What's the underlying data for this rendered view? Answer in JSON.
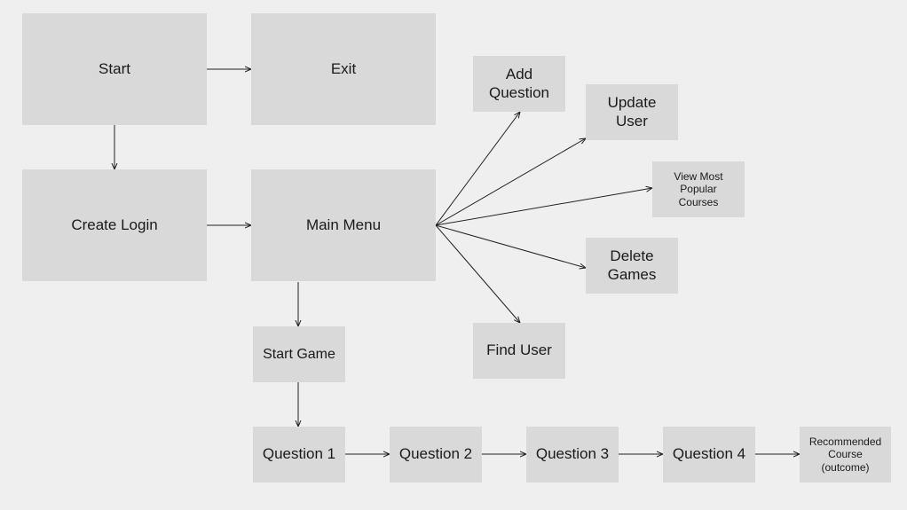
{
  "nodes": {
    "start": "Start",
    "exit": "Exit",
    "create_login": "Create Login",
    "main_menu": "Main Menu",
    "add_question": "Add\nQuestion",
    "update_user": "Update\nUser",
    "view_popular": "View Most\nPopular\nCourses",
    "delete_games": "Delete\nGames",
    "find_user": "Find User",
    "start_game": "Start Game",
    "question_1": "Question 1",
    "question_2": "Question 2",
    "question_3": "Question 3",
    "question_4": "Question 4",
    "recommended": "Recommended\nCourse\n(outcome)"
  },
  "edges": [
    [
      "start",
      "exit"
    ],
    [
      "start",
      "create_login"
    ],
    [
      "create_login",
      "main_menu"
    ],
    [
      "main_menu",
      "add_question"
    ],
    [
      "main_menu",
      "update_user"
    ],
    [
      "main_menu",
      "view_popular"
    ],
    [
      "main_menu",
      "delete_games"
    ],
    [
      "main_menu",
      "find_user"
    ],
    [
      "main_menu",
      "start_game"
    ],
    [
      "start_game",
      "question_1"
    ],
    [
      "question_1",
      "question_2"
    ],
    [
      "question_2",
      "question_3"
    ],
    [
      "question_3",
      "question_4"
    ],
    [
      "question_4",
      "recommended"
    ]
  ]
}
